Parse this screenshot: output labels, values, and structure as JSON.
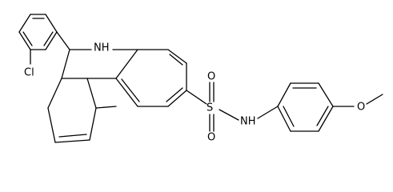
{
  "structure": {
    "atom_labels": {
      "amine": "NH",
      "chloro": "Cl",
      "sulfonamide_nh": "NH",
      "sulfur": "S",
      "oxygen_upper": "O",
      "oxygen_lower": "O",
      "methoxy_oxygen": "O"
    }
  }
}
